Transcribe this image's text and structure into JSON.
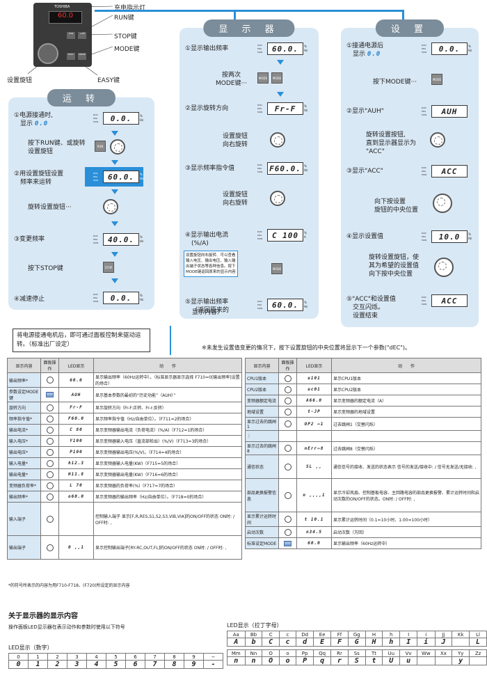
{
  "device": {
    "brand": "TOSHIBA",
    "labels": [
      "充电指示灯",
      "RUN键",
      "STOP键",
      "MODE键",
      "EASY键",
      "设置旋钮"
    ]
  },
  "run": {
    "title": "运 转",
    "steps": [
      {
        "num": "①",
        "text1": "电源接通时,",
        "text2": "显示",
        "led": "0.0",
        "disp": "0.0."
      },
      {
        "text1": "按下RUN键、或旋转",
        "text2": "设置旋钮",
        "btn": "RUN"
      },
      {
        "num": "②",
        "text1": "用设置旋钮设置",
        "text2": "频率来运转",
        "disp": "60.0."
      },
      {
        "text1": "旋转设置旋钮···"
      },
      {
        "num": "③",
        "text1": "变更频率",
        "disp": "40.0."
      },
      {
        "text1": "按下STOP键",
        "btn": "STOP"
      },
      {
        "num": "④",
        "text1": "减速停止",
        "disp": "0.0."
      }
    ],
    "note": "将电源接通电机后，即可通过面板控制来驱动运转。（标准出厂设定）"
  },
  "monitor": {
    "title": "显 示 器",
    "steps": [
      {
        "num": "①",
        "text": "显示输出频率",
        "disp": "60.0."
      },
      {
        "text1": "按两次",
        "text2": "MODE键···",
        "btn": "MODE"
      },
      {
        "num": "②",
        "text": "显示旋转方向",
        "disp": "Fr-F"
      },
      {
        "text1": "设置旋钮",
        "text2": "向右旋转"
      },
      {
        "num": "③",
        "text": "显示频率指令值",
        "disp": "F60.0."
      },
      {
        "text1": "设置旋钮",
        "text2": "向右旋转"
      },
      {
        "num": "④",
        "text1": "显示输出电流",
        "text2": "(%/A)",
        "disp": "C 100"
      },
      {
        "note": "设置旋钮向右旋转、可以查看输入电压、输出电压、输入输出端子状态等各种信息。按下MODE键返回原来的显示内容",
        "btn": "MODE"
      },
      {
        "num": "⑤",
        "text1": "显示输出频率",
        "text2": "（返回原来的",
        "text3": "显示内容）",
        "disp": "60.0."
      }
    ]
  },
  "setup": {
    "title": "设 置",
    "steps": [
      {
        "num": "①",
        "text1": "接通电源后",
        "text2": "显示",
        "led": "0.0",
        "disp": "0.0."
      },
      {
        "text": "按下MODE键···",
        "btn": "MODE"
      },
      {
        "num": "②",
        "text": "显示\"AUH\"",
        "disp": "AUH"
      },
      {
        "text1": "旋转设置按钮,",
        "text2": "直到显示器显示为",
        "text3": "\"ACC\""
      },
      {
        "num": "③",
        "text": "显示\"ACC\"",
        "disp": "ACC"
      },
      {
        "text1": "向下按设置",
        "text2": "旋钮的中央位置"
      },
      {
        "num": "④",
        "text": "显示设置值",
        "disp": "10.0"
      },
      {
        "text1": "旋转设置旋钮，使",
        "text2": "其为希望的设置值",
        "text3": "向下按中央位置"
      },
      {
        "num": "⑤",
        "text1": "\"ACC\"和设置值",
        "text2": "交互闪烁。",
        "text3": "设置结束",
        "disp": "ACC"
      }
    ]
  },
  "footnote_top": "※未发生设置值变更的情况下，按下设置旋钮的中央位置将显示下一个参数(\"dEC\")。",
  "table_headers": [
    "显示内容",
    "面板操作",
    "LED显示",
    "动　　作"
  ],
  "left_rows": [
    {
      "name": "输出频率*",
      "led": "60.0",
      "desc": "显示输出频率（60Hz运转中）。（标准显示器显示选择 F710=0[输出频率]设置的场合）"
    },
    {
      "name": "参数设定MODE键",
      "led": "AUH",
      "desc": "显示基本参数的最初的“历史功能”（AUH）”",
      "mode": true
    },
    {
      "name": "旋转方向",
      "led": "Fr-F",
      "desc": "显示旋转方向（Fr-F:正转、Fr-r:反转）"
    },
    {
      "name": "频率指令值*",
      "led": "F60.0",
      "desc": "显示频率指令值（Hz/自由单位）。（F711=2的场合）"
    },
    {
      "name": "输出电流*",
      "led": "C 80",
      "desc": "显示变频器输出电流（负荷电流）(%/A)（F712=1的场合）"
    },
    {
      "name": "输入电压*",
      "led": "Y100",
      "desc": "显示变频器输入电压（直流部检出）(%/V)（F713=3的场合）"
    },
    {
      "name": "输出电压*",
      "led": "P100",
      "desc": "显示变频器输出电压(%/V)。（F714=4的场合）"
    },
    {
      "name": "输入电量*",
      "led": "h12.3",
      "desc": "显示变频器输入电量(KW)（F715=5的场合）"
    },
    {
      "name": "输出电量*",
      "led": "H11.8",
      "desc": "显示变频器输出电量(KW)（F716=6的场合）"
    },
    {
      "name": "变频器负荷率*",
      "led": "L 70",
      "desc": "显示变频器的负荷率(%)（F717=7的场合）"
    },
    {
      "name": "输出频率*",
      "led": "o60.0",
      "desc": "显示变频器的输出频率（Hz/自由单位）。（F718=0的场合）"
    },
    {
      "name": "输入端子",
      "led": "",
      "desc": "控制输入端子 显示[F,R,RES,S1,S2,S3,VIB,VIA]的ON/OFF的状态 ON时: / OFF时: ,"
    },
    {
      "name": "输出端子",
      "led": "0 ,,1",
      "desc": "显示控制输出端子[RY-RC,OUT,FL]的ON/OFF的状态 ON时: / OFF时: ,"
    }
  ],
  "left_footnote": "*的符号所表示的内容为用F710-F718、(F720)所设定的显示内容",
  "right_rows": [
    {
      "name": "CPU1版本",
      "led": "u101",
      "desc": "显示CPU1版本"
    },
    {
      "name": "CPU2版本",
      "led": "uc01",
      "desc": "显示CPU2版本"
    },
    {
      "name": "变频器额定电流",
      "led": "A66.0",
      "desc": "显示变频器的额定电流（A）"
    },
    {
      "name": "地域设置",
      "led": "t-JP",
      "desc": "显示变频器的地域设置"
    },
    {
      "name": "显示过去的跳闸1",
      "led": "OP2 ⇔1",
      "desc": "过去跳闸1（交替闪烁）"
    },
    {
      "name": "⋮",
      "led": "",
      "desc": ""
    },
    {
      "name": "显示过去的跳闸8",
      "led": "nErr⇔8",
      "desc": "过去跳闸8（交替闪烁）"
    },
    {
      "name": "通信状态",
      "led": "SL  ,,",
      "desc": "通信信号的接收、发送的状态表示 信号的发送/接收中: / 信号无发送/无接收: ,"
    },
    {
      "name": "部品更换报警信息",
      "led": "n ,,,,1",
      "desc": "显示冷却风扇、控制基板电容、主回路电容的部品更换报警、累计运转时间和启动次数的ON/OFF的状态。ON时: / OFF时: ,"
    },
    {
      "name": "显示累计运转时间",
      "led": "t 10.1",
      "desc": "显示累计运转时间（0.1=10小时、1.00=100小时）"
    },
    {
      "name": "启动次数",
      "led": "n34.5",
      "desc": "启动次数（万回）"
    },
    {
      "name": "标准设定MODE",
      "led": "60.0",
      "desc": "显示输出频率（60Hz运转中）",
      "mode": true
    }
  ],
  "bottom": {
    "heading": "关于显示器的显示内容",
    "subtext": "操作面板LED显示器在表示动作和参数时使用以下符号",
    "num_title": "LED显示（数字）",
    "num_keys": [
      "0",
      "1",
      "2",
      "3",
      "4",
      "5",
      "6",
      "7",
      "8",
      "9",
      "−"
    ],
    "num_segs": [
      "0",
      "1",
      "2",
      "3",
      "4",
      "5",
      "6",
      "7",
      "8",
      "9",
      "-"
    ],
    "alpha_title": "LED显示（拉丁字母）",
    "alpha_keys1": [
      "Aa",
      "Bb",
      "C",
      "c",
      "Dd",
      "Ee",
      "Ff",
      "Gg",
      "H",
      "h",
      "I",
      "i",
      "Jj",
      "Kk",
      "Ll"
    ],
    "alpha_segs1": [
      "A",
      "b",
      "C",
      "c",
      "d",
      "E",
      "F",
      "G",
      "H",
      "h",
      "I",
      "i",
      "J",
      "",
      "L"
    ],
    "alpha_keys2": [
      "Mm",
      "Nn",
      "O",
      "o",
      "Pp",
      "Qq",
      "Rr",
      "Ss",
      "Tt",
      "Uu",
      "Vv",
      "Ww",
      "Xx",
      "Yy",
      "Zz"
    ],
    "alpha_segs2": [
      "n",
      "n",
      "O",
      "o",
      "P",
      "q",
      "r",
      "S",
      "t",
      "U",
      "u",
      "",
      "",
      "y",
      ""
    ]
  }
}
